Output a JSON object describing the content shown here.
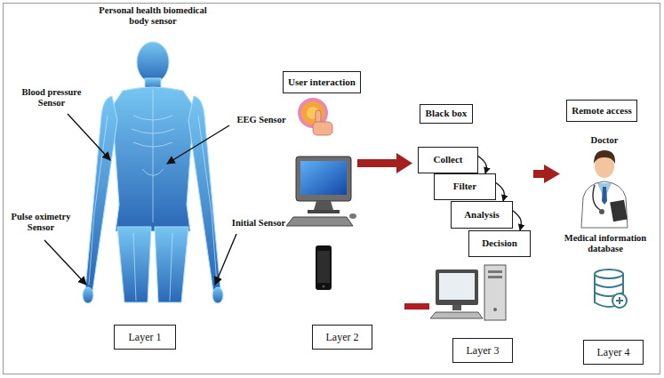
{
  "diagram": {
    "nodes": [
      {
        "text": [
          "User interaction"
        ]
      },
      {
        "text": [
          "Black box"
        ]
      },
      {
        "text": [
          "Collect"
        ]
      },
      {
        "text": [
          "Filter"
        ]
      },
      {
        "text": [
          "Analysis"
        ]
      },
      {
        "text": [
          "Decision"
        ]
      },
      {
        "text": [
          "Remote access"
        ]
      },
      {
        "text": [
          "Layer 1"
        ]
      },
      {
        "text": [
          "Layer 2"
        ]
      },
      {
        "text": [
          "Layer 3"
        ]
      },
      {
        "text": [
          "Layer 4"
        ]
      }
    ],
    "edges": [
      {
        "from": 2,
        "to": 3,
        "arrow": "to"
      },
      {
        "from": 3,
        "to": 4,
        "arrow": "to"
      },
      {
        "from": 4,
        "to": 5,
        "arrow": "to"
      }
    ],
    "labels": [
      "Personal health biomedical body sensor",
      "Blood pressure Sensor",
      "EEG Sensor",
      "Pulse oximetry Sensor",
      "Initial Sensor",
      "Doctor",
      "Medical information database"
    ]
  }
}
